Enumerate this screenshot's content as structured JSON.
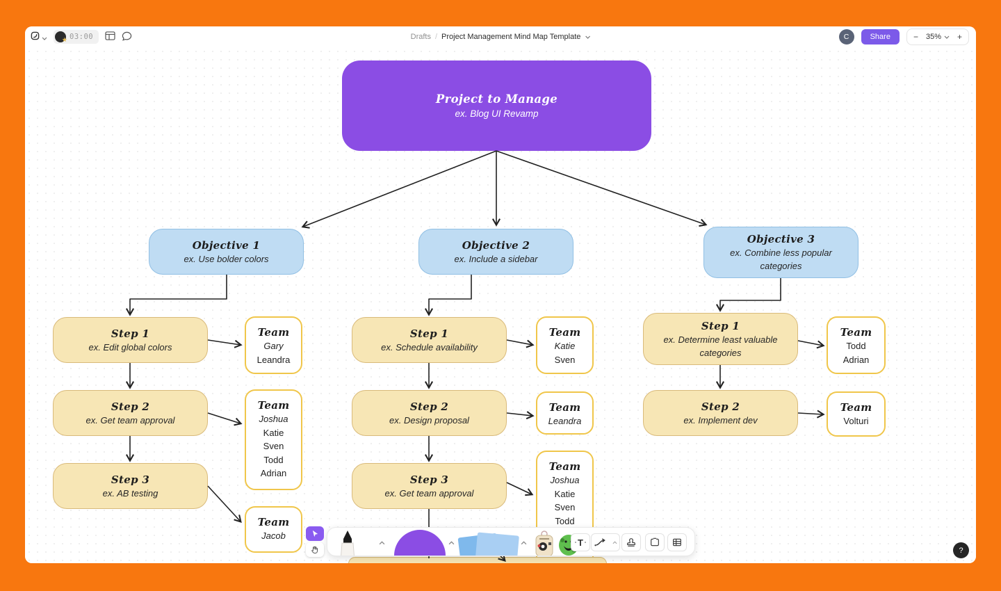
{
  "topbar": {
    "timer": "03:00",
    "breadcrumb": {
      "folder": "Drafts",
      "separator": "/",
      "title": "Project Management Mind Map Template"
    },
    "avatar_initial": "C",
    "share_label": "Share",
    "zoom": {
      "minus": "−",
      "level": "35%",
      "plus": "+"
    }
  },
  "canvas": {
    "root": {
      "title": "Project to Manage",
      "subtitle": "ex. Blog UI Revamp"
    },
    "objectives": [
      {
        "title": "Objective 1",
        "subtitle": "ex. Use bolder colors"
      },
      {
        "title": "Objective 2",
        "subtitle": "ex. Include a sidebar"
      },
      {
        "title": "Objective 3",
        "subtitle": "ex. Combine less popular categories"
      }
    ],
    "left": {
      "steps": [
        {
          "title": "Step 1",
          "subtitle": "ex. Edit global colors"
        },
        {
          "title": "Step 2",
          "subtitle": "ex. Get team approval"
        },
        {
          "title": "Step 3",
          "subtitle": "ex. AB testing"
        }
      ],
      "teams": [
        {
          "title": "Team",
          "names": [
            "Gary",
            "Leandra"
          ]
        },
        {
          "title": "Team",
          "names": [
            "Joshua",
            "Katie",
            "Sven",
            "Todd",
            "Adrian"
          ]
        },
        {
          "title": "Team",
          "names": [
            "Jacob"
          ]
        }
      ]
    },
    "middle": {
      "steps": [
        {
          "title": "Step 1",
          "subtitle": "ex. Schedule availability"
        },
        {
          "title": "Step 2",
          "subtitle": "ex. Design proposal"
        },
        {
          "title": "Step 3",
          "subtitle": "ex. Get team approval"
        }
      ],
      "teams": [
        {
          "title": "Team",
          "names": [
            "Katie",
            "Sven"
          ]
        },
        {
          "title": "Team",
          "names": [
            "Leandra"
          ]
        },
        {
          "title": "Team",
          "names": [
            "Joshua",
            "Katie",
            "Sven",
            "Todd"
          ]
        }
      ]
    },
    "right": {
      "steps": [
        {
          "title": "Step 1",
          "subtitle": "ex. Determine least valuable categories"
        },
        {
          "title": "Step 2",
          "subtitle": "ex. Implement dev"
        }
      ],
      "teams": [
        {
          "title": "Team",
          "names": [
            "Todd",
            "Adrian"
          ]
        },
        {
          "title": "Team",
          "names": [
            "Volturi"
          ]
        }
      ]
    }
  },
  "help_label": "?",
  "colors": {
    "frame_orange": "#F8770F",
    "root_purple": "#8B4DE4",
    "share_purple": "#7C5AE9",
    "objective_blue_fill": "#BFDCF3",
    "objective_blue_border": "#90BFE4",
    "step_tan_fill": "#F7E6B5",
    "step_tan_border": "#D9BA7A",
    "team_border_gold": "#F0C64A",
    "connector_black": "#222222"
  }
}
